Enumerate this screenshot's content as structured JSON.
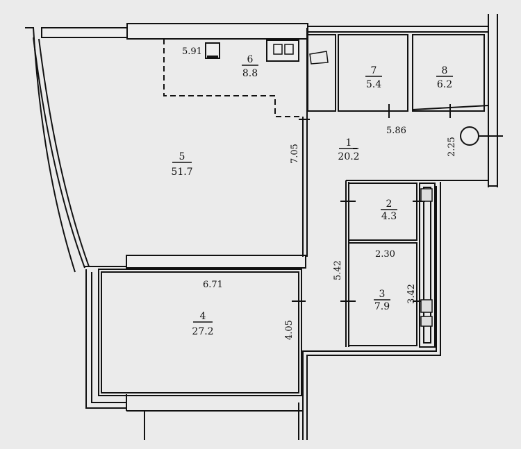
{
  "colors": {
    "background": "#000000",
    "paper": "#ebebeb",
    "wall_line": "#111111",
    "wall_fill": "#eeeeee"
  },
  "rooms": [
    {
      "id": "room-6",
      "number": "6",
      "area": "8.8"
    },
    {
      "id": "room-7",
      "number": "7",
      "area": "5.4"
    },
    {
      "id": "room-8",
      "number": "8",
      "area": "6.2"
    },
    {
      "id": "room-5",
      "number": "5",
      "area": "51.7"
    },
    {
      "id": "room-1",
      "number": "1",
      "area": "20.2"
    },
    {
      "id": "room-2",
      "number": "2",
      "area": "4.3"
    },
    {
      "id": "room-3",
      "number": "3",
      "area": "7.9"
    },
    {
      "id": "room-4",
      "number": "4",
      "area": "27.2"
    }
  ],
  "dimensions": {
    "kitchen_width": "5.91",
    "hall_length": "5.86",
    "hall_width": "2.25",
    "living_height": "7.05",
    "corridor_height": "5.42",
    "bath_width": "2.30",
    "bath_height": "3.42",
    "bedroom_width": "6.71",
    "bedroom_height": "4.05"
  },
  "fixtures": {
    "stove_icon": "stove-icon",
    "sink_icon": "kitchen-sink-icon",
    "column_icon": "round-column-icon"
  }
}
